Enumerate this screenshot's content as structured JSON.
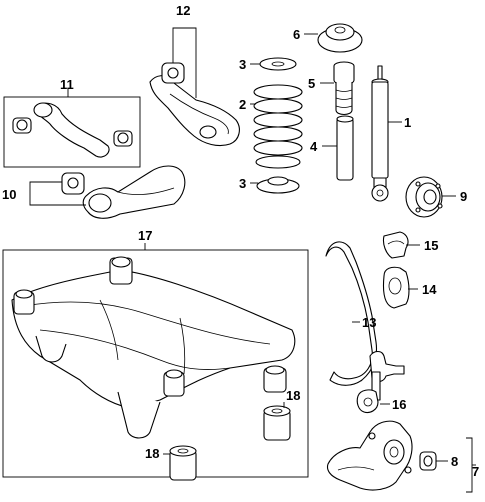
{
  "callouts": {
    "c1": "1",
    "c2": "2",
    "c3a": "3",
    "c3b": "3",
    "c4": "4",
    "c5": "5",
    "c6": "6",
    "c7": "7",
    "c8": "8",
    "c9": "9",
    "c10": "10",
    "c11": "11",
    "c12": "12",
    "c13": "13",
    "c14": "14",
    "c15": "15",
    "c16": "16",
    "c17": "17",
    "c18a": "18",
    "c18b": "18"
  }
}
